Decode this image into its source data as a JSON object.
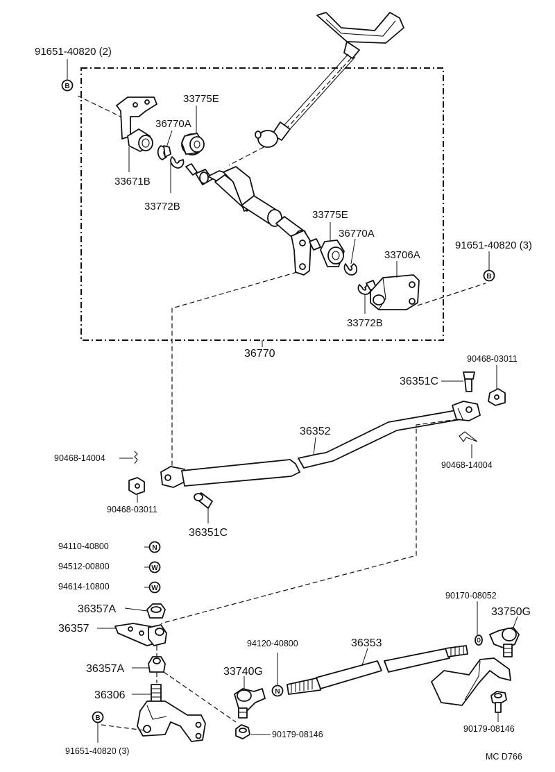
{
  "assembly_box_label": "36770",
  "parts": {
    "p_91651_40820_2": "91651-40820 (2)",
    "p_33775E_top": "33775E",
    "p_36770A_top": "36770A",
    "p_33671B": "33671B",
    "p_33772B_top": "33772B",
    "p_33775E_mid": "33775E",
    "p_36770A_mid": "36770A",
    "p_33706A": "33706A",
    "p_91651_40820_3_right": "91651-40820 (3)",
    "p_33772B_mid": "33772B",
    "p_90468_03011_right": "90468-03011",
    "p_36351C_right": "36351C",
    "p_36352": "36352",
    "p_90468_14004_left": "90468-14004",
    "p_90468_14004_right": "90468-14004",
    "p_90468_03011_left": "90468-03011",
    "p_36351C_left": "36351C",
    "p_94110_40800": "94110-40800",
    "p_94512_00800": "94512-00800",
    "p_94614_10800": "94614-10800",
    "p_36357A_top": "36357A",
    "p_36357": "36357",
    "p_36357A_bottom": "36357A",
    "p_36306": "36306",
    "p_91651_40820_3_bottom": "91651-40820 (3)",
    "p_94120_40800": "94120-40800",
    "p_33740G": "33740G",
    "p_36353": "36353",
    "p_90170_08052": "90170-08052",
    "p_33750G": "33750G",
    "p_90179_08146_center": "90179-08146",
    "p_90179_08146_right": "90179-08146"
  },
  "symbols": {
    "bolt_b": "B",
    "nut_n": "N",
    "washer_w": "W"
  },
  "diagram_code": "MC  D766"
}
